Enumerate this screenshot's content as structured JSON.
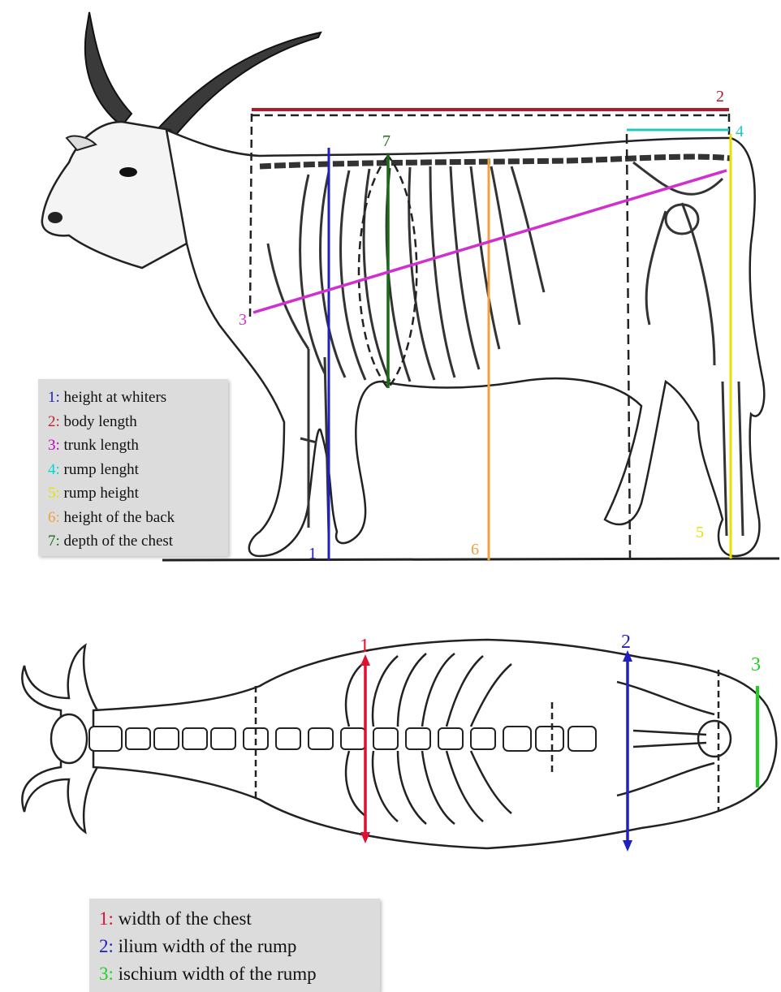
{
  "side_view": {
    "numbers": {
      "n1": "1",
      "n2": "2",
      "n3": "3",
      "n4": "4",
      "n5": "5",
      "n6": "6",
      "n7": "7"
    },
    "legend": [
      {
        "num": "1",
        "sep": ":",
        "text": "height at whiters",
        "color": "#2020c0"
      },
      {
        "num": "2",
        "sep": ":",
        "text": "body length",
        "color": "#c0202a"
      },
      {
        "num": "3",
        "sep": ":",
        "text": "trunk length",
        "color": "#c000c0"
      },
      {
        "num": "4",
        "sep": ":",
        "text": "rump lenght",
        "color": "#00d8d8"
      },
      {
        "num": "5",
        "sep": ":",
        "text": "rump height",
        "color": "#e8e000"
      },
      {
        "num": "6",
        "sep": ":",
        "text": "height of the back",
        "color": "#f0a040"
      },
      {
        "num": "7",
        "sep": ":",
        "text": "depth of the chest",
        "color": "#1a6a1a"
      }
    ]
  },
  "top_view": {
    "numbers": {
      "n1": "1",
      "n2": "2",
      "n3": "3"
    },
    "legend": [
      {
        "num": "1",
        "sep": ":",
        "text": "width of the chest",
        "color": "#e01030"
      },
      {
        "num": "2",
        "sep": ":",
        "text": "ilium width of the rump",
        "color": "#2020c0"
      },
      {
        "num": "3",
        "sep": ":",
        "text": "ischium width of the rump",
        "color": "#20d020"
      }
    ]
  },
  "colors": {
    "height_at_withers": "#2020c0",
    "body_length": "#b01a2a",
    "trunk_length": "#d030d0",
    "rump_length": "#20c8c8",
    "rump_height": "#e8e000",
    "height_of_back": "#f0a040",
    "depth_of_chest": "#1a6a1a",
    "chest_width": "#e01030",
    "ilium_width": "#2020c0",
    "ischium_width": "#20d020"
  }
}
